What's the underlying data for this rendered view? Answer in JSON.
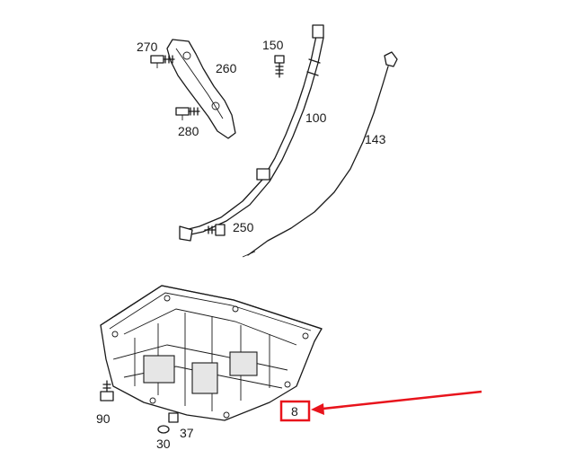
{
  "parts": [
    {
      "id": "p270",
      "label": "270"
    },
    {
      "id": "p260",
      "label": "260"
    },
    {
      "id": "p280",
      "label": "280"
    },
    {
      "id": "p150",
      "label": "150"
    },
    {
      "id": "p100",
      "label": "100"
    },
    {
      "id": "p143",
      "label": "143"
    },
    {
      "id": "p250",
      "label": "250"
    },
    {
      "id": "p90",
      "label": "90"
    },
    {
      "id": "p37",
      "label": "37"
    },
    {
      "id": "p30",
      "label": "30"
    },
    {
      "id": "p8",
      "label": "8"
    }
  ],
  "highlight": {
    "part_label": "8",
    "color": "#e8141c"
  },
  "colors": {
    "line": "#1a1a1a",
    "highlight": "#e8141c",
    "background": "#ffffff"
  }
}
